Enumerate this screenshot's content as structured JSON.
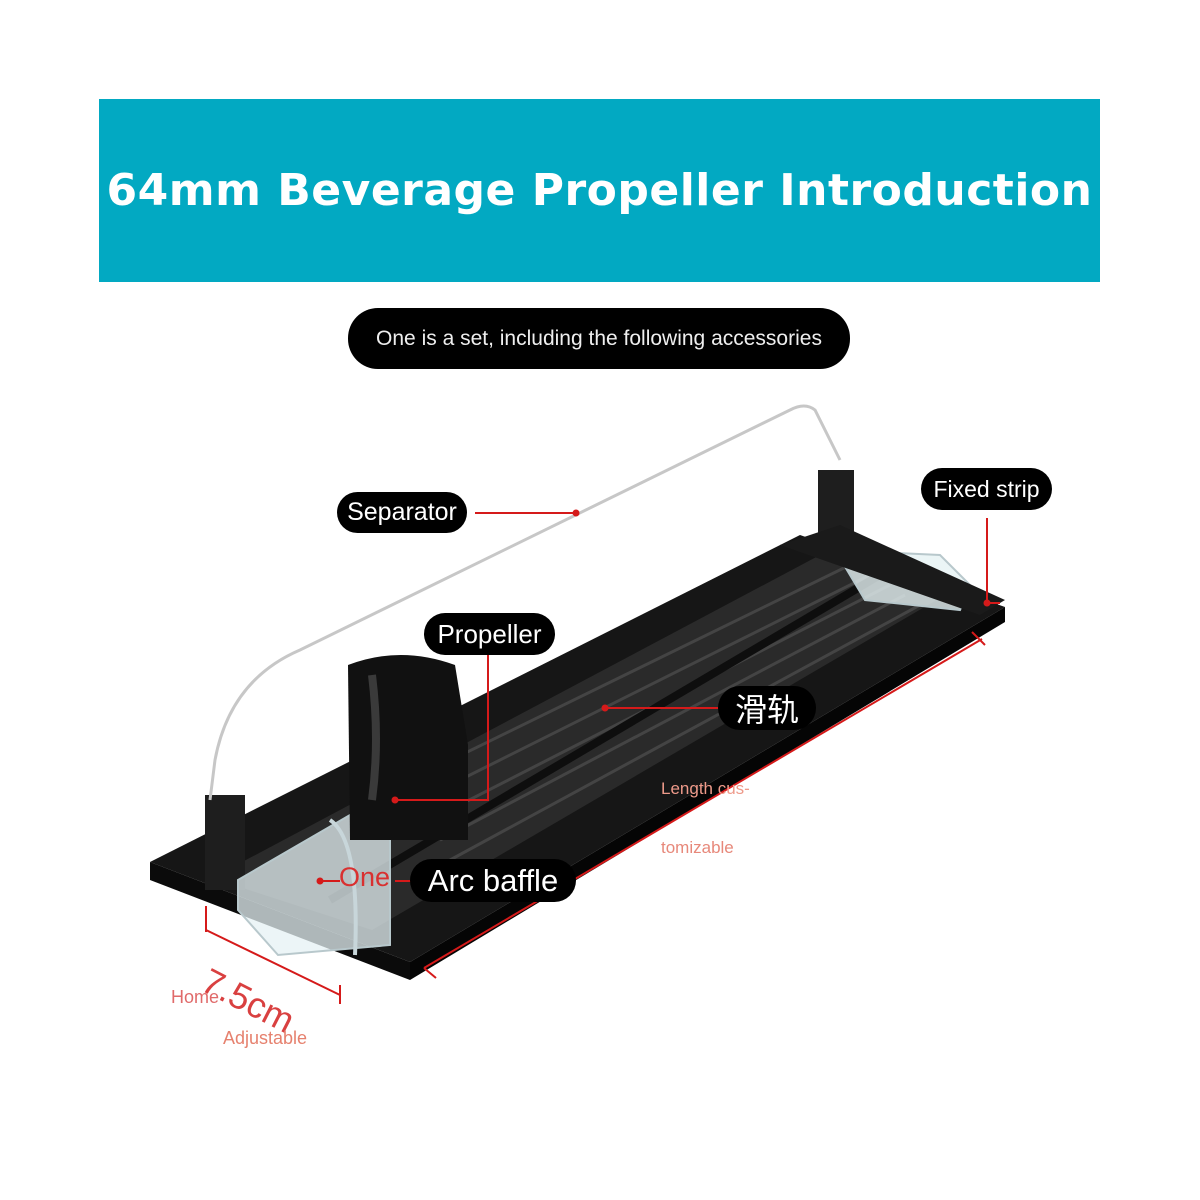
{
  "banner": {
    "title": "64mm Beverage Propeller Introduction",
    "color": "#02a9c2"
  },
  "subtitle": "One is a set, including the following accessories",
  "labels": {
    "separator": "Separator",
    "fixed_strip": "Fixed strip",
    "propeller": "Propeller",
    "slide_rail": "滑轨",
    "arc_baffle": "Arc baffle"
  },
  "notes": {
    "one": "One",
    "length_line1": "Length cus-",
    "length_line2": "tomizable",
    "width": "7.5cm",
    "home": "Home",
    "adjustable": "Adjustable"
  },
  "colors": {
    "leader_line": "#d51a1a",
    "pill_bg": "#000000",
    "rail": "#1c1c1c"
  }
}
